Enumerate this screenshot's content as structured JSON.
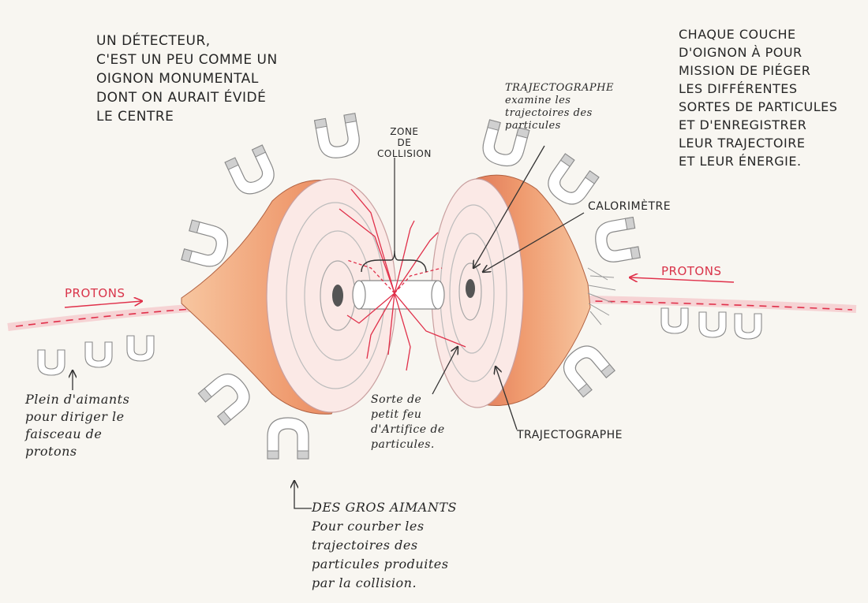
{
  "texts": {
    "intro": "UN DÉTECTEUR,\nC'EST UN PEU COMME UN\nOIGNON MONUMENTAL\nDONT ON AURAIT ÉVIDÉ\nLE CENTRE",
    "layers": "CHAQUE COUCHE\nD'OIGNON À POUR\nMISSION DE PIÉGER\nLES DIFFÉRENTES\nSORTES DE PARTICULES\nET D'ENREGISTRER\nLEUR TRAJECTOIRE\nET LEUR ÉNERGIE.",
    "zone": "ZONE\nDE\nCOLLISION",
    "traj_top": "TRAJECTOGRAPHE\nexamine les\ntrajectoires des\nparticules",
    "calorimeter": "CALORIMÈTRE",
    "protons_left": "PROTONS",
    "protons_right": "PROTONS",
    "magnets_beam": "Plein d'aimants\npour diriger le\nfaisceau de\nprotons",
    "fireworks": "Sorte de\npetit feu\nd'Artifice de\nparticules.",
    "traj_bottom": "TRAJECTOGRAPHE",
    "big_magnets": "DES GROS AIMANTS\nPour courber les\ntrajectoires des\nparticules produites\npar la collision."
  },
  "colors": {
    "beam": "#e0304a",
    "onion_outer": "#f0a070",
    "onion_inner": "#f6c9a8",
    "pencil": "#7a7a7a",
    "paper": "#f8f6f1"
  },
  "icons": [
    "horseshoe-magnet-icon",
    "arrow-icon",
    "beam-line-icon"
  ]
}
